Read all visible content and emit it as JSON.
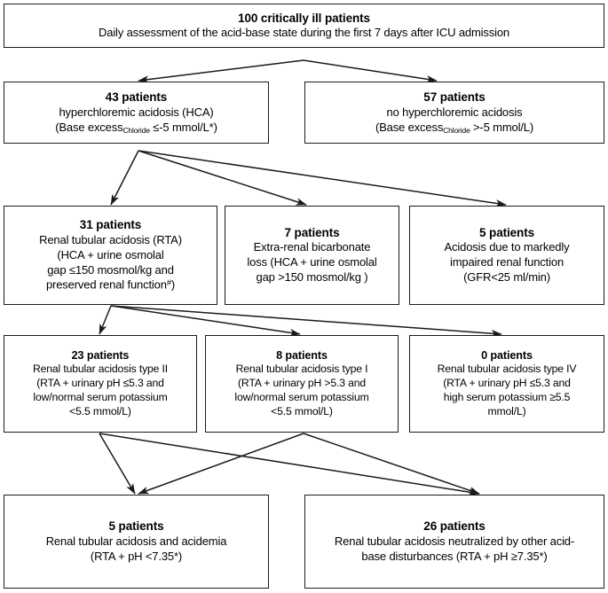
{
  "figure": {
    "type": "flowchart",
    "title": "Acid-base state assessment flowchart in critically ill patients",
    "line_color": "#1a1a1a",
    "background": "#ffffff"
  },
  "nodes": {
    "root": {
      "headline": "100 critically ill patients",
      "detail": "Daily assessment of the acid-base state during the first 7 days after ICU admission"
    },
    "hca": {
      "headline": "43 patients",
      "line2": "hyperchloremic acidosis (HCA)",
      "line3_pre": "(Base excess",
      "line3_sub": "Chloride",
      "line3_post": " ≤-5 mmol/L*)"
    },
    "no_hca": {
      "headline": "57 patients",
      "line2": "no hyperchloremic acidosis",
      "line3_pre": "(Base excess",
      "line3_sub": "Chloride",
      "line3_post": " >-5 mmol/L)"
    },
    "rta": {
      "headline": "31 patients",
      "line2": "Renal tubular acidosis (RTA)",
      "line3": "(HCA + urine osmolal",
      "line4": "gap ≤150 mosmol/kg and",
      "line5_pre": "preserved renal function",
      "line5_sup": "#",
      "line5_post": ")"
    },
    "extra_renal": {
      "headline": "7 patients",
      "line2": "Extra-renal bicarbonate",
      "line3": "loss (HCA + urine osmolal",
      "line4": "gap >150 mosmol/kg )"
    },
    "impaired_renal": {
      "headline": "5 patients",
      "line2": "Acidosis due to markedly",
      "line3": "impaired renal function",
      "line4": "(GFR<25 ml/min)"
    },
    "rta_ii": {
      "headline": "23 patients",
      "line2": "Renal tubular acidosis type II",
      "line3": "(RTA + urinary pH ≤5.3 and",
      "line4": "low/normal serum potassium",
      "line5": "<5.5 mmol/L)"
    },
    "rta_i": {
      "headline": "8 patients",
      "line2": "Renal tubular acidosis type I",
      "line3": "(RTA + urinary pH >5.3 and",
      "line4": "low/normal serum potassium",
      "line5": "<5.5 mmol/L)"
    },
    "rta_iv": {
      "headline": "0 patients",
      "line2": "Renal tubular acidosis type IV",
      "line3": "(RTA + urinary pH ≤5.3 and",
      "line4": "high serum potassium ≥5.5",
      "line5": "mmol/L)"
    },
    "acidemia": {
      "headline": "5 patients",
      "line2": "Renal tubular acidosis and acidemia",
      "line3": "(RTA + pH <7.35*)"
    },
    "neutralized": {
      "headline": "26 patients",
      "line2": "Renal tubular acidosis neutralized by other acid-",
      "line3": "base disturbances (RTA + pH ≥7.35*)"
    }
  }
}
